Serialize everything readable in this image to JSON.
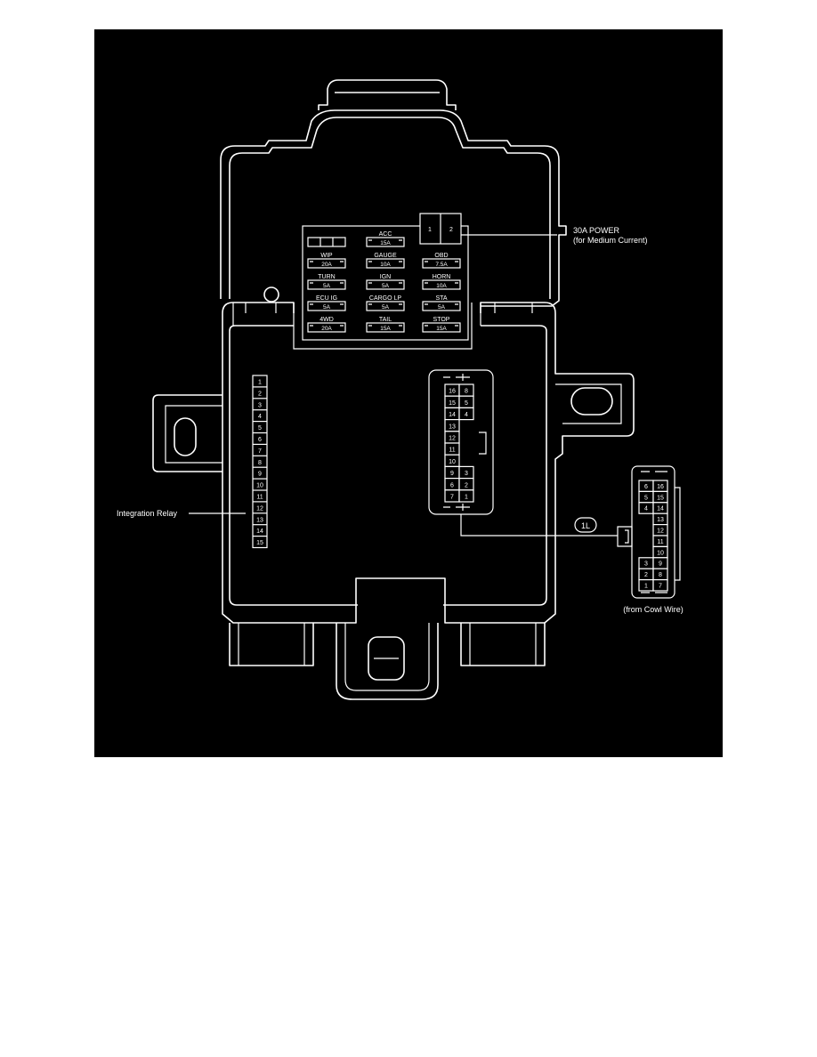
{
  "colors": {
    "background": "#000000",
    "line": "#ffffff",
    "page": "#ffffff"
  },
  "fuse_block": {
    "rows": [
      {
        "names": [
          "",
          "ACC",
          ""
        ],
        "ratings": [
          "",
          "15A",
          ""
        ]
      },
      {
        "names": [
          "WIP",
          "GAUGE",
          "OBD"
        ],
        "ratings": [
          "20A",
          "10A",
          "7.5A"
        ]
      },
      {
        "names": [
          "TURN",
          "IGN",
          "HORN"
        ],
        "ratings": [
          "5A",
          "5A",
          "10A"
        ]
      },
      {
        "names": [
          "ECU IG",
          "CARGO LP",
          "STA"
        ],
        "ratings": [
          "5A",
          "5A",
          "5A"
        ]
      },
      {
        "names": [
          "4WD",
          "TAIL",
          "STOP"
        ],
        "ratings": [
          "20A",
          "15A",
          "15A"
        ]
      }
    ]
  },
  "power_relay": {
    "pins": [
      "1",
      "2"
    ],
    "label_line1": "30A POWER",
    "label_line2": "(for Medium Current)"
  },
  "integration_relay": {
    "label": "Integration Relay",
    "pins": [
      "1",
      "2",
      "3",
      "4",
      "5",
      "6",
      "7",
      "8",
      "9",
      "10",
      "11",
      "12",
      "13",
      "14",
      "15"
    ]
  },
  "connector_main": {
    "rows": [
      [
        "16",
        "8"
      ],
      [
        "15",
        "5"
      ],
      [
        "14",
        "4"
      ],
      [
        "13"
      ],
      [
        "12"
      ],
      [
        "11"
      ],
      [
        "10"
      ],
      [
        "9",
        "3"
      ],
      [
        "6",
        "2"
      ],
      [
        "7",
        "1"
      ]
    ]
  },
  "connector_cowl": {
    "callout": "1L",
    "caption": "(from Cowl Wire)",
    "rows": [
      [
        "6",
        "16"
      ],
      [
        "5",
        "15"
      ],
      [
        "4",
        "14"
      ],
      [
        "13"
      ],
      [
        "12"
      ],
      [
        "11"
      ],
      [
        "10"
      ],
      [
        "3",
        "9"
      ],
      [
        "2",
        "8"
      ],
      [
        "1",
        "7"
      ]
    ]
  }
}
